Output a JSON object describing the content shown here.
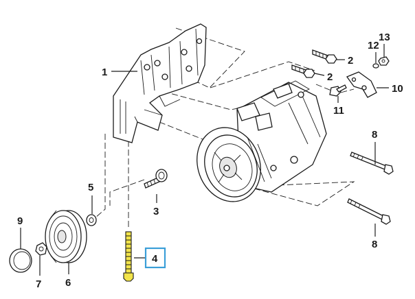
{
  "callouts": [
    {
      "id": "c1",
      "text": "1"
    },
    {
      "id": "c2a",
      "text": "2"
    },
    {
      "id": "c2b",
      "text": "2"
    },
    {
      "id": "c3",
      "text": "3"
    },
    {
      "id": "c4",
      "text": "4"
    },
    {
      "id": "c5",
      "text": "5"
    },
    {
      "id": "c6",
      "text": "6"
    },
    {
      "id": "c7",
      "text": "7"
    },
    {
      "id": "c8a",
      "text": "8"
    },
    {
      "id": "c8b",
      "text": "8"
    },
    {
      "id": "c9",
      "text": "9"
    },
    {
      "id": "c10",
      "text": "10"
    },
    {
      "id": "c11",
      "text": "11"
    },
    {
      "id": "c12",
      "text": "12"
    },
    {
      "id": "c13",
      "text": "13"
    }
  ],
  "highlight": {
    "part": "4",
    "box_color": "#3a9ed8",
    "part_color": "#f2e44a"
  }
}
